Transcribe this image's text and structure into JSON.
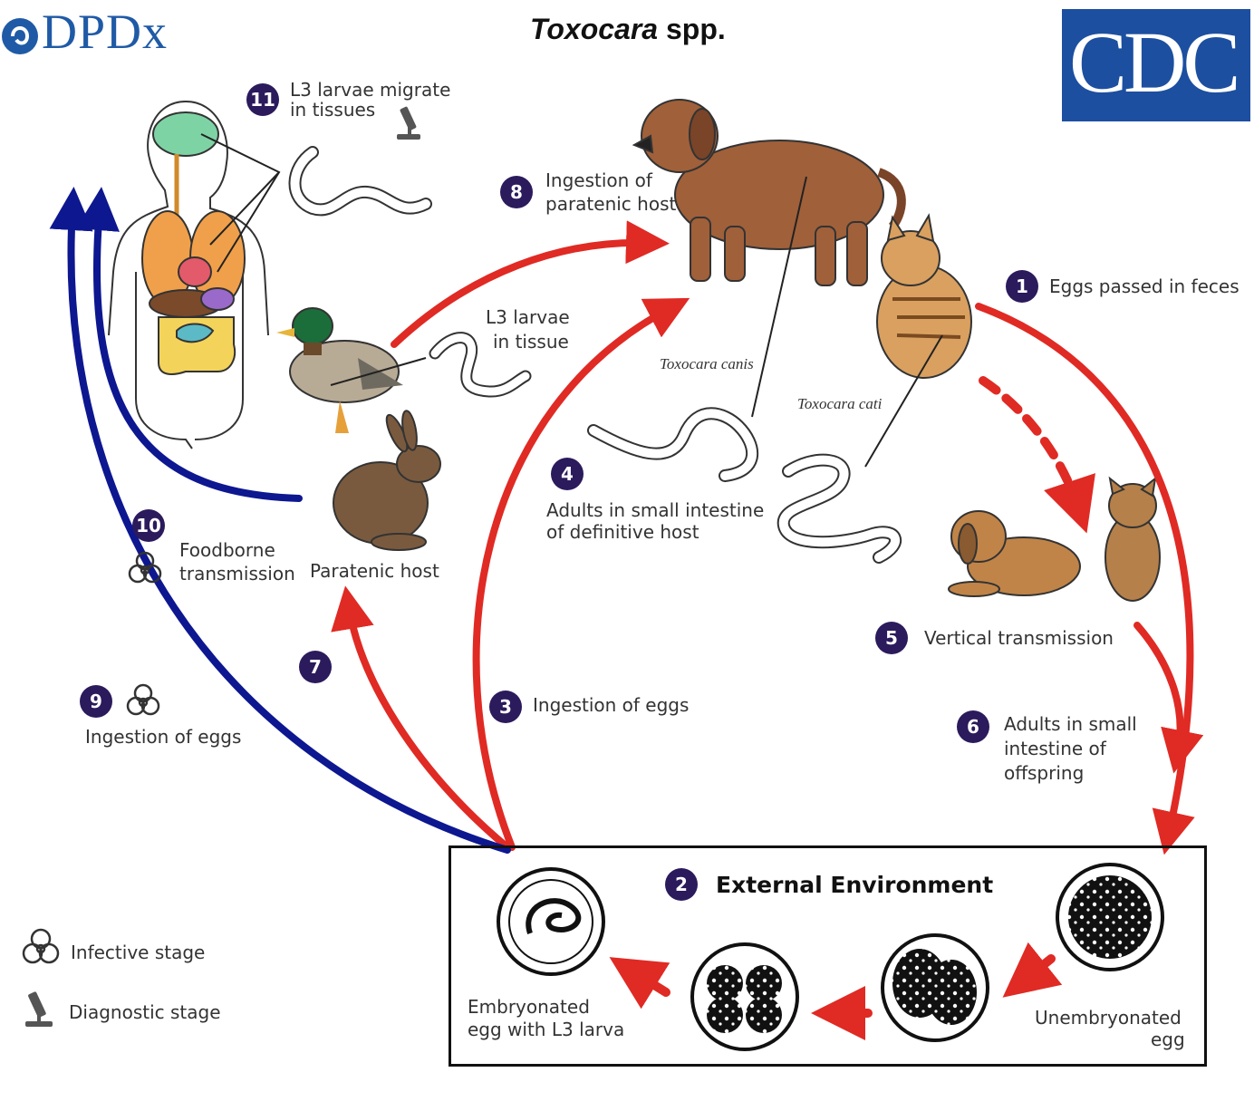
{
  "header": {
    "logo_left": "DPDx",
    "title_italic": "Toxocara",
    "title_rest": " spp.",
    "logo_right": "CDC"
  },
  "steps": {
    "s1": {
      "num": "1",
      "label": "Eggs passed in feces"
    },
    "s2": {
      "num": "2",
      "label": "External Environment"
    },
    "s3": {
      "num": "3",
      "label": "Ingestion of eggs"
    },
    "s4": {
      "num": "4",
      "label_l1": "Adults in small intestine",
      "label_l2": "of definitive host"
    },
    "s5": {
      "num": "5",
      "label": "Vertical transmission"
    },
    "s6": {
      "num": "6",
      "label_l1": "Adults in small",
      "label_l2": "intestine of",
      "label_l3": "offspring"
    },
    "s7": {
      "num": "7"
    },
    "s8": {
      "num": "8",
      "label_l1": "Ingestion of",
      "label_l2": "paratenic host"
    },
    "s9": {
      "num": "9",
      "label": "Ingestion of eggs"
    },
    "s10": {
      "num": "10",
      "label_l1": "Foodborne",
      "label_l2": "transmission"
    },
    "s11": {
      "num": "11",
      "label_l1": "L3 larvae migrate",
      "label_l2": "in tissues"
    }
  },
  "labels": {
    "l3_tissue_l1": "L3 larvae",
    "l3_tissue_l2": "in tissue",
    "paratenic_host": "Paratenic host",
    "toxocara_canis": "Toxocara canis",
    "toxocara_cati": "Toxocara cati",
    "embryonated_l1": "Embryonated",
    "embryonated_l2": "egg with L3 larva",
    "unembryonated_l1": "Unembryonated",
    "unembryonated_l2": "egg"
  },
  "legend": {
    "infective": "Infective stage",
    "diagnostic": "Diagnostic stage"
  },
  "colors": {
    "arrow_red": "#e02a24",
    "arrow_blue": "#0d1790",
    "step_badge": "#2b1a5c",
    "cdc_blue": "#1c4fa0"
  }
}
